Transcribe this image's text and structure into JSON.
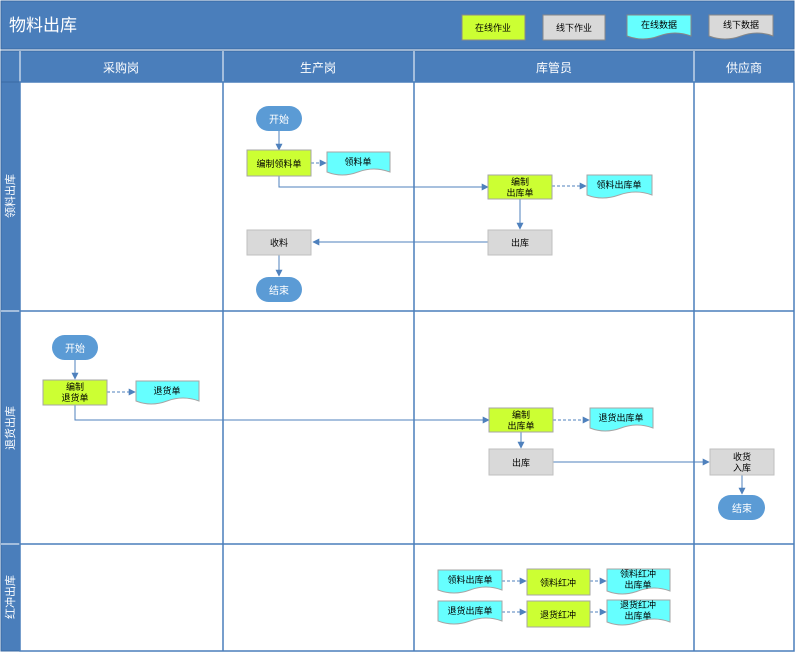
{
  "title": "物料出库",
  "legend": {
    "online_task": "在线作业",
    "offline_task": "线下作业",
    "online_data": "在线数据",
    "offline_data": "线下数据"
  },
  "columns": [
    "采购岗",
    "生产岗",
    "库管员",
    "供应商"
  ],
  "lanes": [
    "领料出库",
    "退货出库",
    "红冲出库"
  ],
  "colors": {
    "header_blue": "#4a7ebb",
    "header_border": "#3a6aa3",
    "lane_border": "#4a7ebb",
    "online_task": "#ccff33",
    "offline_task": "#d9d9d9",
    "online_data": "#66ffff",
    "terminal": "#5b9bd5",
    "arrow": "#4f81bd"
  },
  "nodes": {
    "l1_start": "开始",
    "l1_make_req": "编制领料单",
    "l1_req_doc": "领料单",
    "l1_make_out_1": "编制",
    "l1_make_out_2": "出库单",
    "l1_out_doc": "领料出库单",
    "l1_stock_out": "出库",
    "l1_receive": "收料",
    "l1_end": "结束",
    "l2_start": "开始",
    "l2_make_ret_1": "编制",
    "l2_make_ret_2": "退货单",
    "l2_ret_doc": "退货单",
    "l2_make_out_1": "编制",
    "l2_make_out_2": "出库单",
    "l2_out_doc": "退货出库单",
    "l2_stock_out": "出库",
    "l2_sup_recv_1": "收货",
    "l2_sup_recv_2": "入库",
    "l2_end": "结束",
    "l3_req_out_doc": "领料出库单",
    "l3_req_red": "领料红冲",
    "l3_req_red_doc_1": "领料红冲",
    "l3_req_red_doc_2": "出库单",
    "l3_ret_out_doc": "退货出库单",
    "l3_ret_red": "退货红冲",
    "l3_ret_red_doc_1": "退货红冲",
    "l3_ret_red_doc_2": "出库单"
  }
}
